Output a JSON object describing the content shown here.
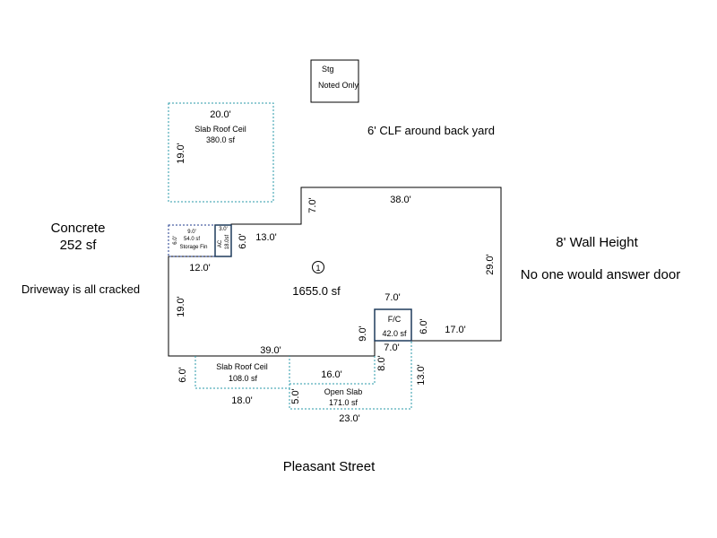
{
  "notes": {
    "storage_title": "Stg",
    "storage_sub": "Noted Only",
    "fence": "6' CLF around back yard",
    "concrete": "Concrete",
    "concrete_area": "252 sf",
    "driveway": "Driveway is all cracked",
    "wall_height": "8' Wall Height",
    "no_answer": "No one would answer door",
    "street": "Pleasant Street"
  },
  "rear_slab": {
    "label": "Slab Roof Ceil",
    "width": "20.0'",
    "depth": "19.0'",
    "area": "380.0 sf"
  },
  "storage_fin": {
    "label": "Storage Fin",
    "width": "9.0'",
    "depth": "6.0'",
    "area": "54.0 sf",
    "ac_label": "AC",
    "ac_value": "3.0'",
    "ac_side": "18.0sf"
  },
  "main": {
    "marker": "1",
    "area": "1655.0 sf",
    "dims": {
      "top": "38.0'",
      "top_step": "7.0'",
      "right": "29.0'",
      "step_left": "13.0'",
      "step_down": "6.0'",
      "left_top": "12.0'",
      "left": "19.0'",
      "bottom": "39.0'",
      "fc_top": "7.0'",
      "fc_left": "9.0'",
      "fc_right": "6.0'",
      "bottom_right": "17.0'"
    }
  },
  "fc": {
    "label": "F/C",
    "area": "42.0 sf",
    "bottom": "7.0'"
  },
  "front_slab": {
    "label": "Slab Roof Ceil",
    "area": "108.0 sf",
    "width": "18.0'",
    "depth": "6.0'"
  },
  "open_slab": {
    "label": "Open Slab",
    "area": "171.0 sf",
    "top": "16.0'",
    "width": "23.0'",
    "left": "5.0'",
    "right": "13.0'",
    "right_top": "8.0'"
  }
}
